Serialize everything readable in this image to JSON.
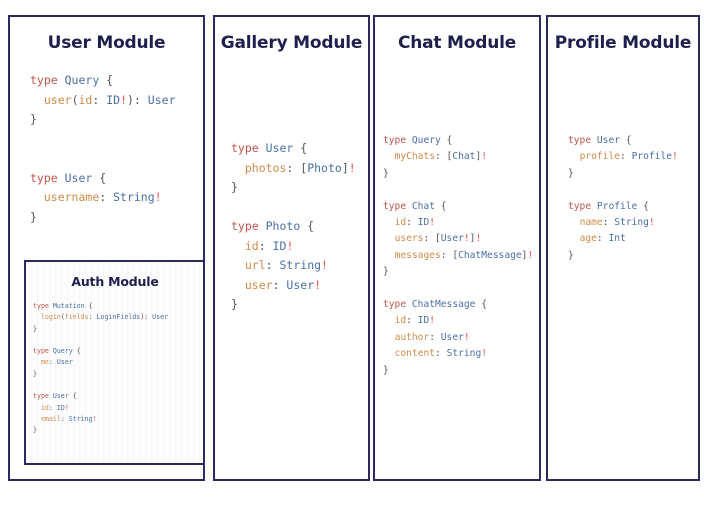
{
  "canvas": {
    "background": "#ffffff",
    "border_color": "#2a2a5e",
    "heading_color": "#1f1f4d"
  },
  "syntax_colors": {
    "keyword": "#c0564c",
    "type_name": "#4a6fa5",
    "field_name": "#d08b4a",
    "punctuation": "#555555",
    "bang": "#e2574c"
  },
  "cards": {
    "user": {
      "title": "User Module",
      "code_lines": [
        [
          {
            "t": "type ",
            "c": "k"
          },
          {
            "t": "Query",
            "c": "t"
          },
          {
            "t": " {",
            "c": "p"
          }
        ],
        [
          {
            "t": "  ",
            "c": "p"
          },
          {
            "t": "user",
            "c": "f"
          },
          {
            "t": "(",
            "c": "p"
          },
          {
            "t": "id",
            "c": "f"
          },
          {
            "t": ": ",
            "c": "p"
          },
          {
            "t": "ID",
            "c": "t"
          },
          {
            "t": "!",
            "c": "b"
          },
          {
            "t": "): ",
            "c": "p"
          },
          {
            "t": "User",
            "c": "t"
          }
        ],
        [
          {
            "t": "}",
            "c": "p"
          }
        ],
        [
          {
            "t": "",
            "c": "p"
          }
        ],
        [
          {
            "t": "",
            "c": "p"
          }
        ],
        [
          {
            "t": "type ",
            "c": "k"
          },
          {
            "t": "User",
            "c": "t"
          },
          {
            "t": " {",
            "c": "p"
          }
        ],
        [
          {
            "t": "  ",
            "c": "p"
          },
          {
            "t": "username",
            "c": "f"
          },
          {
            "t": ": ",
            "c": "p"
          },
          {
            "t": "String",
            "c": "t"
          },
          {
            "t": "!",
            "c": "b"
          }
        ],
        [
          {
            "t": "}",
            "c": "p"
          }
        ]
      ]
    },
    "auth": {
      "title": "Auth Module",
      "code_lines": [
        [
          {
            "t": "type ",
            "c": "k"
          },
          {
            "t": "Mutation",
            "c": "t"
          },
          {
            "t": " {",
            "c": "p"
          }
        ],
        [
          {
            "t": "  ",
            "c": "p"
          },
          {
            "t": "login",
            "c": "f"
          },
          {
            "t": "(",
            "c": "p"
          },
          {
            "t": "fields",
            "c": "f"
          },
          {
            "t": ": ",
            "c": "p"
          },
          {
            "t": "LoginFields",
            "c": "t"
          },
          {
            "t": "): ",
            "c": "p"
          },
          {
            "t": "User",
            "c": "t"
          }
        ],
        [
          {
            "t": "}",
            "c": "p"
          }
        ],
        [
          {
            "t": "",
            "c": "p"
          }
        ],
        [
          {
            "t": "type ",
            "c": "k"
          },
          {
            "t": "Query",
            "c": "t"
          },
          {
            "t": " {",
            "c": "p"
          }
        ],
        [
          {
            "t": "  ",
            "c": "p"
          },
          {
            "t": "me",
            "c": "f"
          },
          {
            "t": ": ",
            "c": "p"
          },
          {
            "t": "User",
            "c": "t"
          }
        ],
        [
          {
            "t": "}",
            "c": "p"
          }
        ],
        [
          {
            "t": "",
            "c": "p"
          }
        ],
        [
          {
            "t": "type ",
            "c": "k"
          },
          {
            "t": "User",
            "c": "t"
          },
          {
            "t": " {",
            "c": "p"
          }
        ],
        [
          {
            "t": "  ",
            "c": "p"
          },
          {
            "t": "id",
            "c": "f"
          },
          {
            "t": ": ",
            "c": "p"
          },
          {
            "t": "ID",
            "c": "t"
          },
          {
            "t": "!",
            "c": "b"
          }
        ],
        [
          {
            "t": "  ",
            "c": "p"
          },
          {
            "t": "email",
            "c": "f"
          },
          {
            "t": ": ",
            "c": "p"
          },
          {
            "t": "String",
            "c": "t"
          },
          {
            "t": "!",
            "c": "b"
          }
        ],
        [
          {
            "t": "}",
            "c": "p"
          }
        ]
      ]
    },
    "gallery": {
      "title": "Gallery Module",
      "code_lines": [
        [
          {
            "t": "type ",
            "c": "k"
          },
          {
            "t": "User",
            "c": "t"
          },
          {
            "t": " {",
            "c": "p"
          }
        ],
        [
          {
            "t": "  ",
            "c": "p"
          },
          {
            "t": "photos",
            "c": "f"
          },
          {
            "t": ": [",
            "c": "p"
          },
          {
            "t": "Photo",
            "c": "t"
          },
          {
            "t": "]",
            "c": "p"
          },
          {
            "t": "!",
            "c": "b"
          }
        ],
        [
          {
            "t": "}",
            "c": "p"
          }
        ],
        [
          {
            "t": "",
            "c": "p"
          }
        ],
        [
          {
            "t": "type ",
            "c": "k"
          },
          {
            "t": "Photo",
            "c": "t"
          },
          {
            "t": " {",
            "c": "p"
          }
        ],
        [
          {
            "t": "  ",
            "c": "p"
          },
          {
            "t": "id",
            "c": "f"
          },
          {
            "t": ": ",
            "c": "p"
          },
          {
            "t": "ID",
            "c": "t"
          },
          {
            "t": "!",
            "c": "b"
          }
        ],
        [
          {
            "t": "  ",
            "c": "p"
          },
          {
            "t": "url",
            "c": "f"
          },
          {
            "t": ": ",
            "c": "p"
          },
          {
            "t": "String",
            "c": "t"
          },
          {
            "t": "!",
            "c": "b"
          }
        ],
        [
          {
            "t": "  ",
            "c": "p"
          },
          {
            "t": "user",
            "c": "f"
          },
          {
            "t": ": ",
            "c": "p"
          },
          {
            "t": "User",
            "c": "t"
          },
          {
            "t": "!",
            "c": "b"
          }
        ],
        [
          {
            "t": "}",
            "c": "p"
          }
        ]
      ]
    },
    "chat": {
      "title": "Chat Module",
      "code_lines": [
        [
          {
            "t": "type ",
            "c": "k"
          },
          {
            "t": "Query",
            "c": "t"
          },
          {
            "t": " {",
            "c": "p"
          }
        ],
        [
          {
            "t": "  ",
            "c": "p"
          },
          {
            "t": "myChats",
            "c": "f"
          },
          {
            "t": ": [",
            "c": "p"
          },
          {
            "t": "Chat",
            "c": "t"
          },
          {
            "t": "]",
            "c": "p"
          },
          {
            "t": "!",
            "c": "b"
          }
        ],
        [
          {
            "t": "}",
            "c": "p"
          }
        ],
        [
          {
            "t": "",
            "c": "p"
          }
        ],
        [
          {
            "t": "type ",
            "c": "k"
          },
          {
            "t": "Chat",
            "c": "t"
          },
          {
            "t": " {",
            "c": "p"
          }
        ],
        [
          {
            "t": "  ",
            "c": "p"
          },
          {
            "t": "id",
            "c": "f"
          },
          {
            "t": ": ",
            "c": "p"
          },
          {
            "t": "ID",
            "c": "t"
          },
          {
            "t": "!",
            "c": "b"
          }
        ],
        [
          {
            "t": "  ",
            "c": "p"
          },
          {
            "t": "users",
            "c": "f"
          },
          {
            "t": ": [",
            "c": "p"
          },
          {
            "t": "User",
            "c": "t"
          },
          {
            "t": "!",
            "c": "b"
          },
          {
            "t": "]",
            "c": "p"
          },
          {
            "t": "!",
            "c": "b"
          }
        ],
        [
          {
            "t": "  ",
            "c": "p"
          },
          {
            "t": "messages",
            "c": "f"
          },
          {
            "t": ": [",
            "c": "p"
          },
          {
            "t": "ChatMessage",
            "c": "t"
          },
          {
            "t": "]",
            "c": "p"
          },
          {
            "t": "!",
            "c": "b"
          }
        ],
        [
          {
            "t": "}",
            "c": "p"
          }
        ],
        [
          {
            "t": "",
            "c": "p"
          }
        ],
        [
          {
            "t": "type ",
            "c": "k"
          },
          {
            "t": "ChatMessage",
            "c": "t"
          },
          {
            "t": " {",
            "c": "p"
          }
        ],
        [
          {
            "t": "  ",
            "c": "p"
          },
          {
            "t": "id",
            "c": "f"
          },
          {
            "t": ": ",
            "c": "p"
          },
          {
            "t": "ID",
            "c": "t"
          },
          {
            "t": "!",
            "c": "b"
          }
        ],
        [
          {
            "t": "  ",
            "c": "p"
          },
          {
            "t": "author",
            "c": "f"
          },
          {
            "t": ": ",
            "c": "p"
          },
          {
            "t": "User",
            "c": "t"
          },
          {
            "t": "!",
            "c": "b"
          }
        ],
        [
          {
            "t": "  ",
            "c": "p"
          },
          {
            "t": "content",
            "c": "f"
          },
          {
            "t": ": ",
            "c": "p"
          },
          {
            "t": "String",
            "c": "t"
          },
          {
            "t": "!",
            "c": "b"
          }
        ],
        [
          {
            "t": "}",
            "c": "p"
          }
        ]
      ]
    },
    "profile": {
      "title": "Profile Module",
      "code_lines": [
        [
          {
            "t": "type ",
            "c": "k"
          },
          {
            "t": "User",
            "c": "t"
          },
          {
            "t": " {",
            "c": "p"
          }
        ],
        [
          {
            "t": "  ",
            "c": "p"
          },
          {
            "t": "profile",
            "c": "f"
          },
          {
            "t": ": ",
            "c": "p"
          },
          {
            "t": "Profile",
            "c": "t"
          },
          {
            "t": "!",
            "c": "b"
          }
        ],
        [
          {
            "t": "}",
            "c": "p"
          }
        ],
        [
          {
            "t": "",
            "c": "p"
          }
        ],
        [
          {
            "t": "type ",
            "c": "k"
          },
          {
            "t": "Profile",
            "c": "t"
          },
          {
            "t": " {",
            "c": "p"
          }
        ],
        [
          {
            "t": "  ",
            "c": "p"
          },
          {
            "t": "name",
            "c": "f"
          },
          {
            "t": ": ",
            "c": "p"
          },
          {
            "t": "String",
            "c": "t"
          },
          {
            "t": "!",
            "c": "b"
          }
        ],
        [
          {
            "t": "  ",
            "c": "p"
          },
          {
            "t": "age",
            "c": "f"
          },
          {
            "t": ": ",
            "c": "p"
          },
          {
            "t": "Int",
            "c": "t"
          }
        ],
        [
          {
            "t": "}",
            "c": "p"
          }
        ]
      ]
    }
  }
}
